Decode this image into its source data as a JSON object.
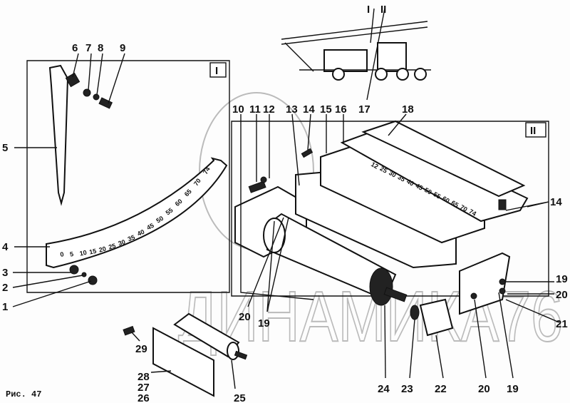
{
  "caption": "Рис. 47",
  "watermark": "ДИНАМИКА76",
  "views": {
    "view_1": "I",
    "view_2": "II"
  },
  "crane_callouts": {
    "view_1": "I",
    "view_2": "II",
    "label_17": "17"
  },
  "left_scale_ticks": [
    "0",
    "5",
    "10",
    "15",
    "20",
    "25",
    "30",
    "35",
    "40",
    "45",
    "50",
    "55",
    "60",
    "65",
    "70",
    "74"
  ],
  "right_scale_ticks": [
    "12",
    "25",
    "30",
    "35",
    "40",
    "45",
    "50",
    "55",
    "60",
    "65",
    "70",
    "74"
  ],
  "labels": {
    "p1": "1",
    "p2": "2",
    "p3": "3",
    "p4": "4",
    "p5": "5",
    "p6": "6",
    "p7": "7",
    "p8": "8",
    "p9": "9",
    "p10": "10",
    "p11": "11",
    "p12": "12",
    "p13": "13",
    "p14a": "14",
    "p14b": "14",
    "p15": "15",
    "p16": "16",
    "p18": "18",
    "p19a": "19",
    "p19b": "19",
    "p19c": "19",
    "p20a": "20",
    "p20b": "20",
    "p20c": "20",
    "p21": "21",
    "p22": "22",
    "p23": "23",
    "p24": "24",
    "p25": "25",
    "p26": "26",
    "p27": "27",
    "p28": "28",
    "p29": "29"
  }
}
